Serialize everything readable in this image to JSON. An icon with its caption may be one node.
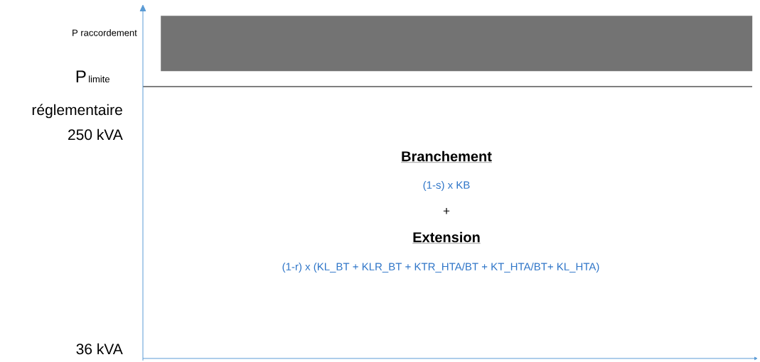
{
  "diagram": {
    "nodes": [
      {
        "text": [],
        "shape": "bar"
      }
    ],
    "labels": [
      "P raccordement",
      "P",
      "limite",
      "réglementaire",
      "250 kVA",
      "Branchement",
      "(1-s) x KB",
      "+",
      "Extension",
      "(1-r) x (KL_BT + KLR_BT + KTR_HTA/BT + KT_HTA/BT+ KL_HTA)",
      "36 kVA"
    ]
  }
}
